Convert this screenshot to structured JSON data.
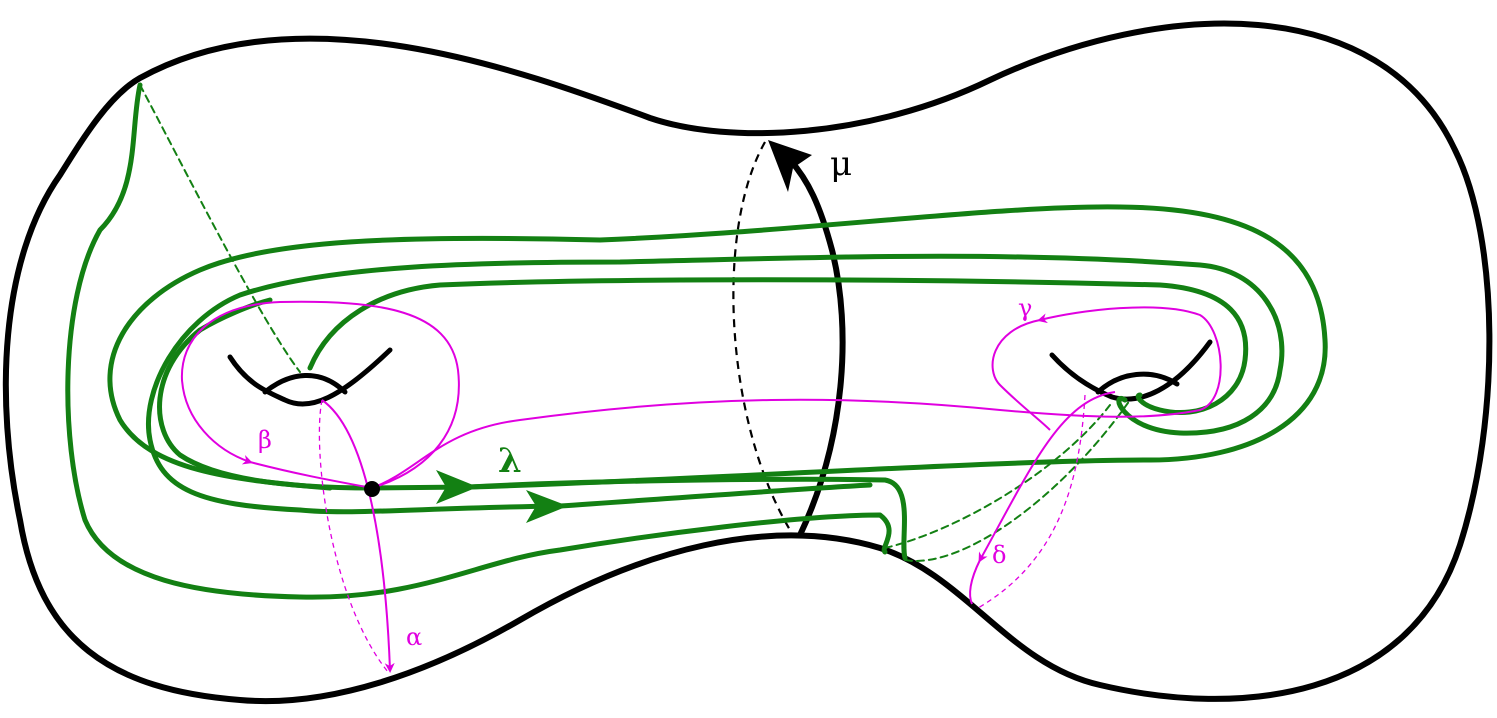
{
  "labels": {
    "mu": "μ",
    "lambda": "λ",
    "alpha": "α",
    "beta": "β",
    "gamma": "γ",
    "delta": "δ"
  },
  "colors": {
    "surface": "#000000",
    "longitude": "#138013",
    "curves": "#e000e0"
  }
}
